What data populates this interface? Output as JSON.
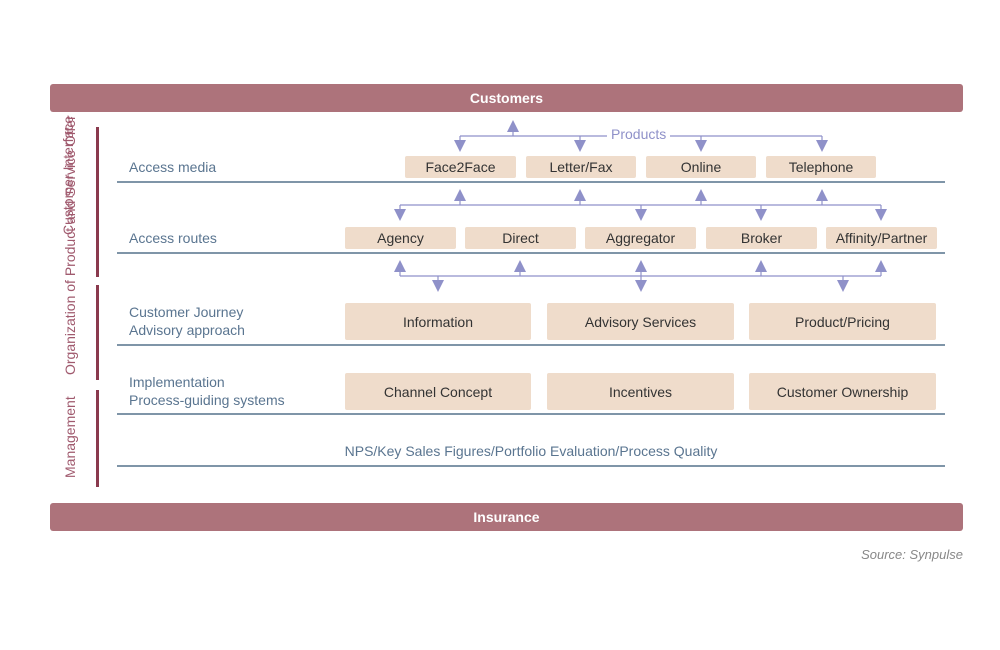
{
  "header": {
    "customers": "Customers"
  },
  "footer": {
    "insurance": "Insurance",
    "source": "Source: Synpulse"
  },
  "side_labels": {
    "customer_interface": "Customer Interface",
    "organization": "Organization of Product and Service Offer",
    "management": "Management"
  },
  "rows": {
    "access_media": "Access media",
    "access_routes": "Access routes",
    "journey_line1": "Customer Journey",
    "journey_line2": "Advisory approach",
    "impl_line1": "Implementation",
    "impl_line2": "Process-guiding systems"
  },
  "products_label": "Products",
  "media": [
    "Face2Face",
    "Letter/Fax",
    "Online",
    "Telephone"
  ],
  "routes": [
    "Agency",
    "Direct",
    "Aggregator",
    "Broker",
    "Affinity/Partner"
  ],
  "journey": [
    "Information",
    "Advisory Services",
    "Product/Pricing"
  ],
  "implementation": [
    "Channel Concept",
    "Incentives",
    "Customer Ownership"
  ],
  "kpi": "NPS/Key Sales Figures/Portfolio Evaluation/Process Quality",
  "colors": {
    "band": "#ad737b",
    "box": "#efdccb",
    "arrow": "#8f91c9",
    "line": "#7f95a8"
  }
}
